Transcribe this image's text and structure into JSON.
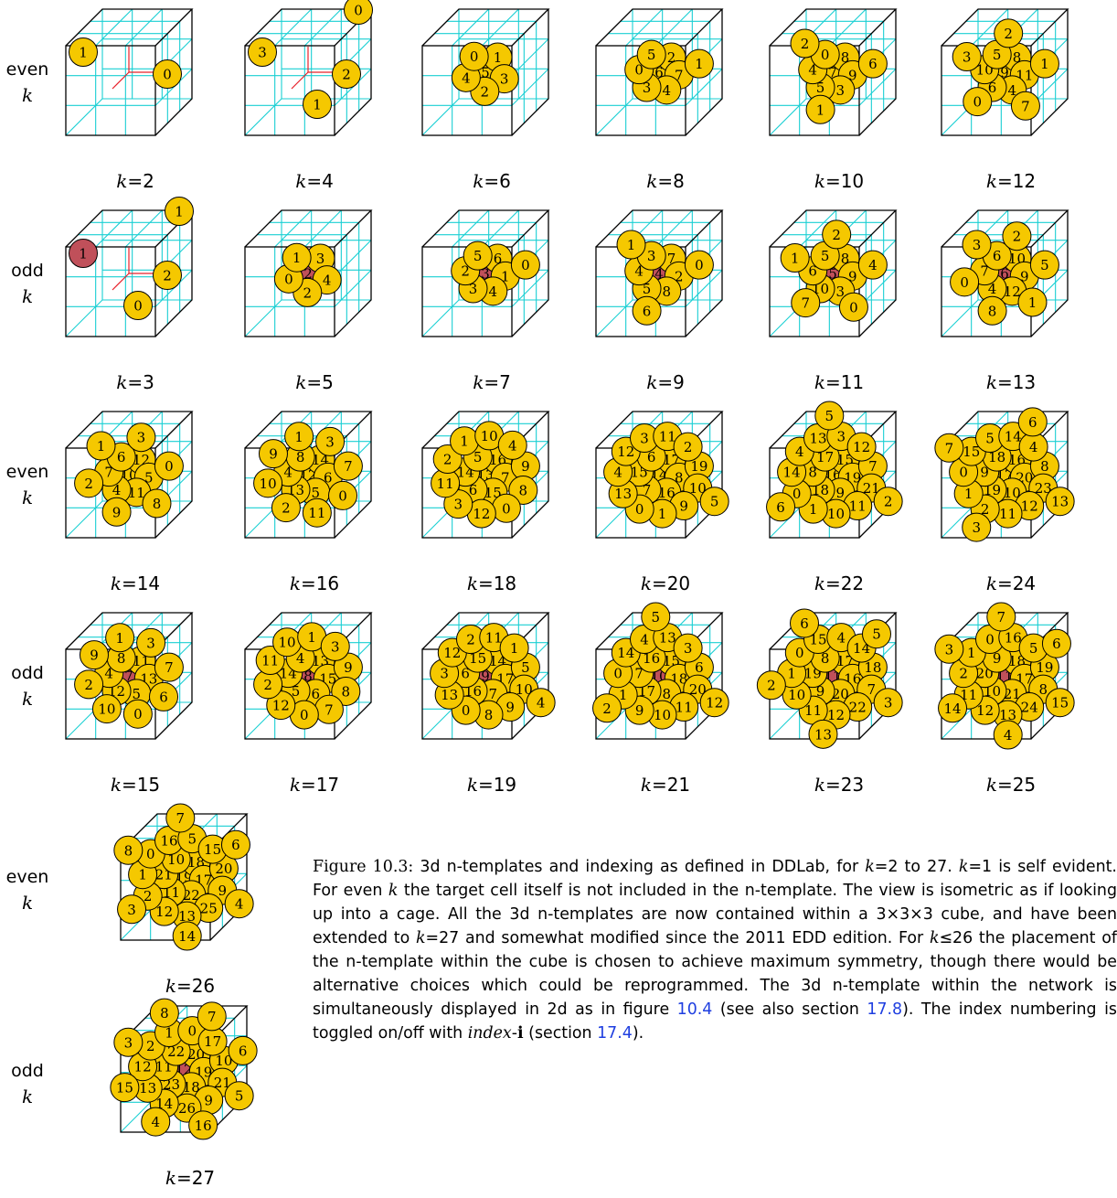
{
  "figure": {
    "row_labels": [
      {
        "word": "even",
        "var": "k"
      },
      {
        "word": "odd",
        "var": "k"
      },
      {
        "word": "even",
        "var": "k"
      },
      {
        "word": "odd",
        "var": "k"
      }
    ],
    "bottom_labels": [
      {
        "word": "even",
        "var": "k"
      },
      {
        "word": "odd",
        "var": "k"
      }
    ],
    "k_var": "k",
    "k_eq": "=",
    "colors": {
      "grid": "#19cfd3",
      "cube_edge": "#000000",
      "axis": "#e8202a",
      "neighbor_fill": "#f5c800",
      "target_fill": "#c0505a",
      "text": "#000000"
    },
    "templates": [
      {
        "k": "2",
        "even": true,
        "labels": [
          "1",
          "0"
        ]
      },
      {
        "k": "4",
        "even": true,
        "labels": [
          "3",
          "2",
          "0",
          "1"
        ]
      },
      {
        "k": "6",
        "even": true,
        "labels": [
          "5",
          "1",
          "3",
          "2",
          "4",
          "0"
        ]
      },
      {
        "k": "8",
        "even": true,
        "labels": [
          "6",
          "2",
          "7",
          "4",
          "3",
          "0",
          "5",
          "1"
        ]
      },
      {
        "k": "10",
        "even": true,
        "labels": [
          "7",
          "8",
          "9",
          "3",
          "5",
          "4",
          "0",
          "6",
          "1",
          "2"
        ]
      },
      {
        "k": "12",
        "even": true,
        "labels": [
          "9",
          "8",
          "11",
          "4",
          "6",
          "10",
          "5",
          "1",
          "7",
          "0",
          "3",
          "2"
        ]
      },
      {
        "k": "3",
        "even": false,
        "labels": [
          "2",
          "1",
          "0"
        ]
      },
      {
        "k": "5",
        "even": false,
        "labels": [
          "3",
          "4",
          "2",
          "0",
          "1"
        ]
      },
      {
        "k": "7",
        "even": false,
        "labels": [
          "6",
          "1",
          "4",
          "3",
          "2",
          "5",
          "0"
        ]
      },
      {
        "k": "9",
        "even": false,
        "labels": [
          "7",
          "2",
          "8",
          "5",
          "4",
          "3",
          "0",
          "6",
          "1"
        ]
      },
      {
        "k": "11",
        "even": false,
        "labels": [
          "8",
          "9",
          "3",
          "10",
          "6",
          "5",
          "4",
          "0",
          "7",
          "1",
          "2"
        ]
      },
      {
        "k": "13",
        "even": false,
        "labels": [
          "10",
          "9",
          "12",
          "4",
          "7",
          "6",
          "5",
          "1",
          "8",
          "0",
          "3",
          "2"
        ]
      },
      {
        "k": "14",
        "even": true,
        "labels": [
          "10",
          "12",
          "5",
          "11",
          "4",
          "7",
          "6",
          "0",
          "8",
          "9",
          "2",
          "1",
          "3"
        ]
      },
      {
        "k": "16",
        "even": true,
        "labels": [
          "12",
          "14",
          "6",
          "5",
          "13",
          "4",
          "8",
          "7",
          "0",
          "11",
          "2",
          "10",
          "9",
          "1",
          "3"
        ]
      },
      {
        "k": "18",
        "even": true,
        "labels": [
          "13",
          "16",
          "7",
          "15",
          "6",
          "14",
          "5",
          "9",
          "8",
          "0",
          "12",
          "3",
          "11",
          "2",
          "1",
          "10",
          "4"
        ]
      },
      {
        "k": "20",
        "even": true,
        "labels": [
          "14",
          "17",
          "8",
          "16",
          "7",
          "15",
          "6",
          "19",
          "10",
          "9",
          "1",
          "0",
          "13",
          "4",
          "12",
          "3",
          "11",
          "2",
          "5"
        ]
      },
      {
        "k": "22",
        "even": true,
        "labels": [
          "16",
          "15",
          "19",
          "9",
          "18",
          "8",
          "17",
          "7",
          "21",
          "11",
          "10",
          "1",
          "0",
          "14",
          "4",
          "13",
          "3",
          "12",
          "2",
          "6",
          "5"
        ]
      },
      {
        "k": "24",
        "even": true,
        "labels": [
          "17",
          "16",
          "20",
          "10",
          "19",
          "9",
          "18",
          "8",
          "23",
          "12",
          "11",
          "2",
          "1",
          "0",
          "15",
          "5",
          "14",
          "4",
          "13",
          "3",
          "7",
          "6"
        ]
      },
      {
        "k": "15",
        "even": false,
        "labels": [
          "11",
          "13",
          "5",
          "12",
          "4",
          "8",
          "7",
          "6",
          "0",
          "10",
          "2",
          "9",
          "1",
          "3"
        ]
      },
      {
        "k": "17",
        "even": false,
        "labels": [
          "13",
          "15",
          "6",
          "5",
          "14",
          "4",
          "9",
          "8",
          "7",
          "0",
          "12",
          "2",
          "11",
          "10",
          "1",
          "3"
        ]
      },
      {
        "k": "19",
        "even": false,
        "labels": [
          "14",
          "17",
          "7",
          "16",
          "6",
          "15",
          "5",
          "10",
          "9",
          "8",
          "0",
          "13",
          "3",
          "12",
          "2",
          "11",
          "1",
          "4"
        ]
      },
      {
        "k": "21",
        "even": false,
        "labels": [
          "15",
          "18",
          "8",
          "17",
          "7",
          "16",
          "6",
          "20",
          "11",
          "10",
          "9",
          "1",
          "0",
          "14",
          "4",
          "13",
          "3",
          "12",
          "2",
          "5"
        ]
      },
      {
        "k": "23",
        "even": false,
        "labels": [
          "17",
          "16",
          "20",
          "9",
          "19",
          "8",
          "18",
          "7",
          "22",
          "12",
          "11",
          "10",
          "1",
          "0",
          "15",
          "4",
          "14",
          "3",
          "13",
          "2",
          "6",
          "5"
        ]
      },
      {
        "k": "25",
        "even": false,
        "labels": [
          "18",
          "17",
          "21",
          "10",
          "20",
          "9",
          "19",
          "8",
          "24",
          "13",
          "12",
          "11",
          "2",
          "1",
          "0",
          "16",
          "5",
          "15",
          "4",
          "14",
          "3",
          "7",
          "6"
        ]
      },
      {
        "k": "26",
        "even": true,
        "labels": [
          "19",
          "18",
          "17",
          "22",
          "11",
          "21",
          "10",
          "20",
          "9",
          "25",
          "13",
          "12",
          "2",
          "1",
          "0",
          "16",
          "5",
          "15",
          "4",
          "14",
          "3",
          "8",
          "7",
          "6"
        ]
      },
      {
        "k": "27",
        "even": false,
        "labels": [
          "20",
          "19",
          "18",
          "23",
          "11",
          "22",
          "10",
          "21",
          "9",
          "26",
          "14",
          "13",
          "12",
          "2",
          "1",
          "0",
          "17",
          "5",
          "16",
          "4",
          "15",
          "3",
          "8",
          "7",
          "6"
        ]
      }
    ]
  },
  "caption": {
    "fig_tag": "Figure 10.3:",
    "part1": " 3d n-templates and indexing as defined in DDLab, for ",
    "var1": "k",
    "part2": "=2 to 27. ",
    "var2": "k",
    "part3": "=1 is self evident. For even ",
    "var3": "k",
    "part4": " the target cell itself is not included in the n-template. The view is isometric as if looking up into a cage. All the 3d n-templates are now contained within a 3×3×3 cube, and have been extended to ",
    "var4": "k",
    "part5": "=27 and somewhat modified since the 2011 EDD edition. For ",
    "var5": "k",
    "part6": "≤26 the placement of the n-template within the cube is chosen to achieve maximum symmetry, though there would be alternative choices which could be reprogrammed. The 3d n-template within the network is simultaneously displayed in 2d as in figure ",
    "ref1": "10.4",
    "part7": " (see also section ",
    "ref2": "17.8",
    "part8": "). The index numbering is toggled on/off with ",
    "var6": "index",
    "part9": "-",
    "key": "i",
    "part10": " (section ",
    "ref3": "17.4",
    "part11": ")."
  }
}
